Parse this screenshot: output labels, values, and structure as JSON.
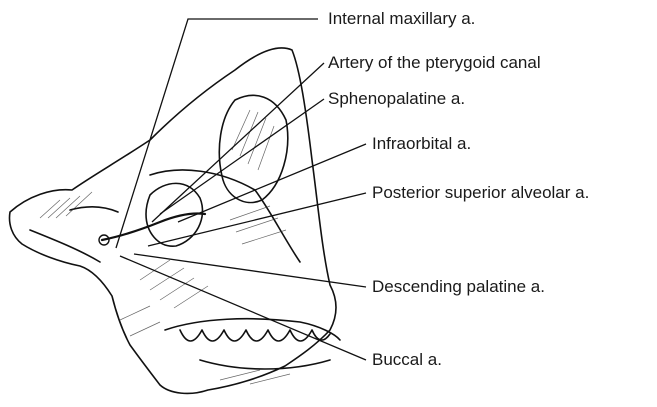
{
  "figure": {
    "subject": "skull lateral view with maxillary artery branches",
    "labels": {
      "internal_maxillary": "Internal maxillary a.",
      "pterygoid_canal": "Artery of the pterygoid canal",
      "sphenopalatine": "Sphenopalatine a.",
      "infraorbital": "Infraorbital a.",
      "posterior_superior_alveolar": "Posterior superior alveolar a.",
      "descending_palatine": "Descending palatine a.",
      "buccal": "Buccal a."
    }
  }
}
